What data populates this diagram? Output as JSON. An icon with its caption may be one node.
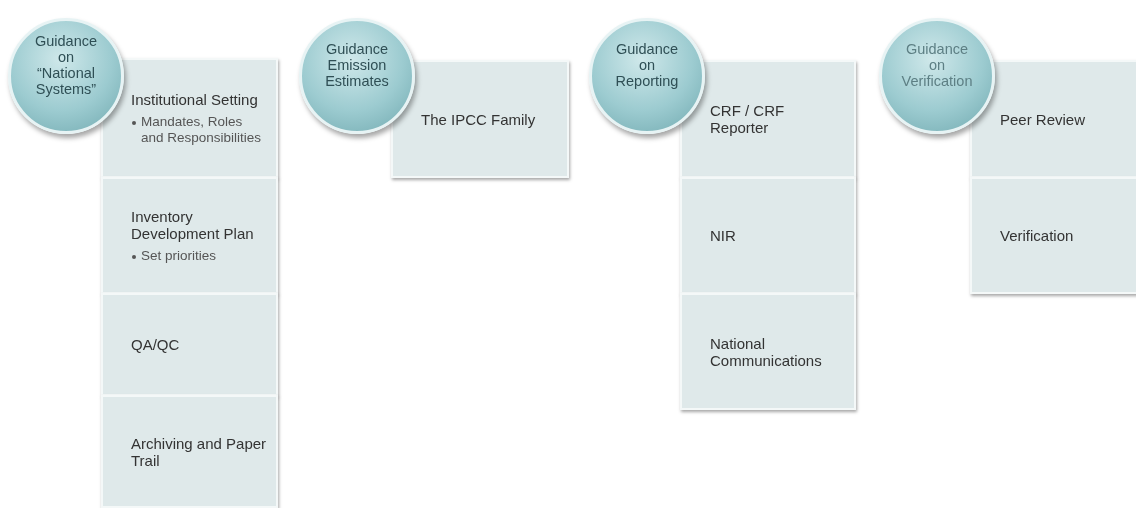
{
  "diagram": {
    "nodes": [
      {
        "text": [
          "Guidance on “National Systems”"
        ]
      },
      {
        "text": [
          "Institutional Setting",
          "Mandates, Roles and Responsibilities"
        ]
      },
      {
        "text": [
          "Inventory Development Plan",
          "Set priorities"
        ]
      },
      {
        "text": [
          "QA/QC"
        ]
      },
      {
        "text": [
          "Archiving and Paper Trail"
        ]
      },
      {
        "text": [
          "Guidance Emission Estimates"
        ]
      },
      {
        "text": [
          "The IPCC Family"
        ]
      },
      {
        "text": [
          "Guidance on Reporting"
        ]
      },
      {
        "text": [
          "CRF / CRF Reporter"
        ]
      },
      {
        "text": [
          "NIR"
        ]
      },
      {
        "text": [
          "National Communications"
        ]
      },
      {
        "text": [
          "Guidance on Verification"
        ]
      },
      {
        "text": [
          "Peer Review"
        ]
      },
      {
        "text": [
          "Verification"
        ]
      }
    ]
  }
}
